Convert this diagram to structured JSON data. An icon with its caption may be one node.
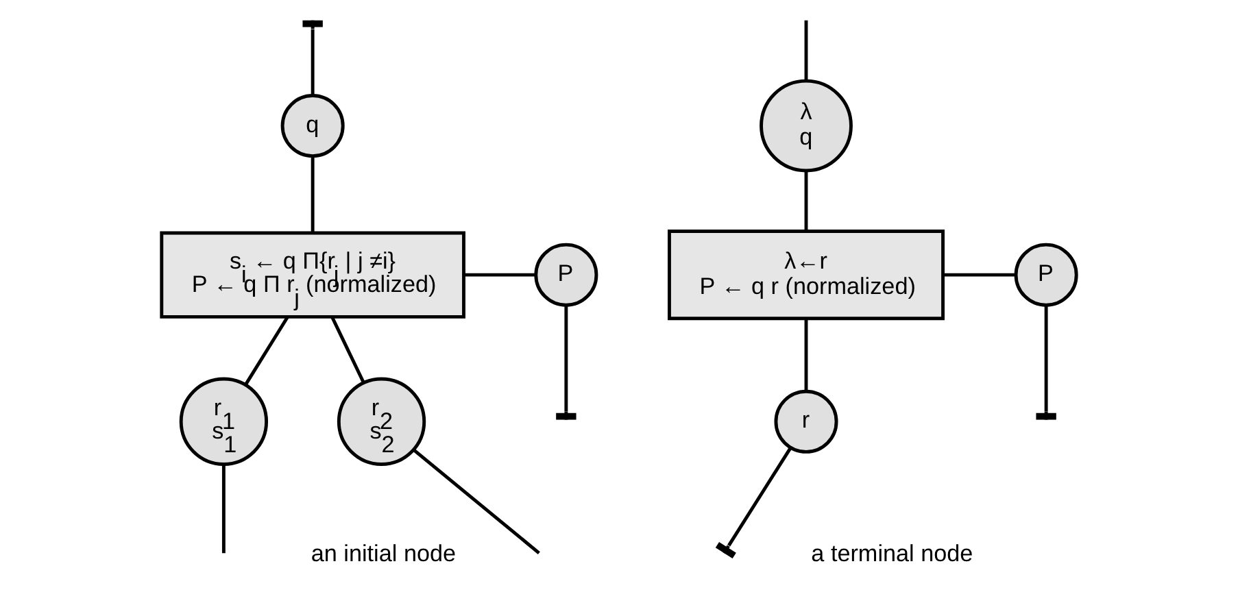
{
  "diagram": {
    "nodes": [
      {
        "text": [
          "q"
        ]
      },
      {
        "text": [
          "s$_{i}$ ← q Π{r$_{j}$ | j ≠i}",
          "P ← q Π r$_{j}$ (normalized)"
        ]
      },
      {
        "text": [
          "P"
        ]
      },
      {
        "text": [
          "r$_{1}$",
          "s$_{1}$"
        ]
      },
      {
        "text": [
          "r$_{2}$",
          "s$_{2}$"
        ]
      },
      {
        "text": [
          "λ",
          "q"
        ]
      },
      {
        "text": [
          "λ←r",
          "P ← q r (normalized)"
        ]
      },
      {
        "text": [
          "P"
        ]
      },
      {
        "text": [
          "r"
        ]
      }
    ],
    "edges": [
      {
        "from": null,
        "to": 0,
        "arrow": "other"
      },
      {
        "from": 0,
        "to": 1,
        "arrow": "none"
      },
      {
        "from": 1,
        "to": 2,
        "arrow": "none"
      },
      {
        "from": 2,
        "to": null,
        "arrow": "other"
      },
      {
        "from": 1,
        "to": 3,
        "arrow": "none"
      },
      {
        "from": 3,
        "to": null,
        "arrow": "none"
      },
      {
        "from": 1,
        "to": 4,
        "arrow": "none"
      },
      {
        "from": 4,
        "to": null,
        "arrow": "none"
      },
      {
        "from": null,
        "to": 5,
        "arrow": "none"
      },
      {
        "from": 5,
        "to": 6,
        "arrow": "none"
      },
      {
        "from": 6,
        "to": 7,
        "arrow": "none"
      },
      {
        "from": 7,
        "to": null,
        "arrow": "other"
      },
      {
        "from": 6,
        "to": 8,
        "arrow": "none"
      },
      {
        "from": 8,
        "to": null,
        "arrow": "other"
      }
    ],
    "labels": [
      "an initial node",
      "a terminal node"
    ]
  }
}
